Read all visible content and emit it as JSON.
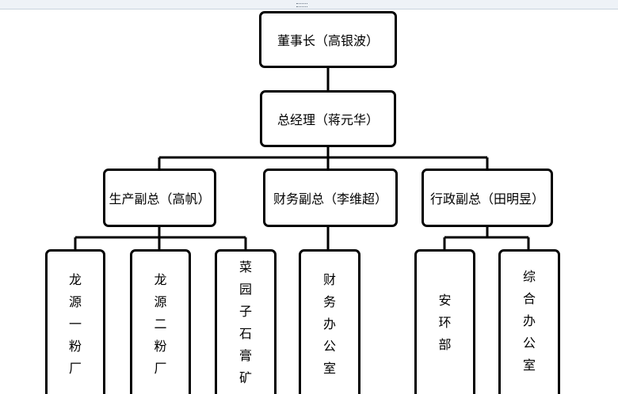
{
  "chairman": {
    "label": "董事长（高银波）"
  },
  "general_manager": {
    "label": "总经理（蒋元华）"
  },
  "deputies": [
    {
      "label": "生产副总（高帆）"
    },
    {
      "label": "财务副总（李维超）"
    },
    {
      "label": "行政副总（田明昱）"
    }
  ],
  "units": [
    {
      "chars": [
        "龙",
        "源",
        "一",
        "粉",
        "厂"
      ]
    },
    {
      "chars": [
        "龙",
        "源",
        "二",
        "粉",
        "厂"
      ]
    },
    {
      "chars": [
        "菜",
        "园",
        "子",
        "石",
        "膏",
        "矿"
      ]
    },
    {
      "chars": [
        "财",
        "务",
        "办",
        "公",
        "室"
      ]
    },
    {
      "chars": [
        "安",
        "环",
        "部"
      ]
    },
    {
      "chars": [
        "综",
        "合",
        "办",
        "公",
        "室"
      ]
    }
  ]
}
